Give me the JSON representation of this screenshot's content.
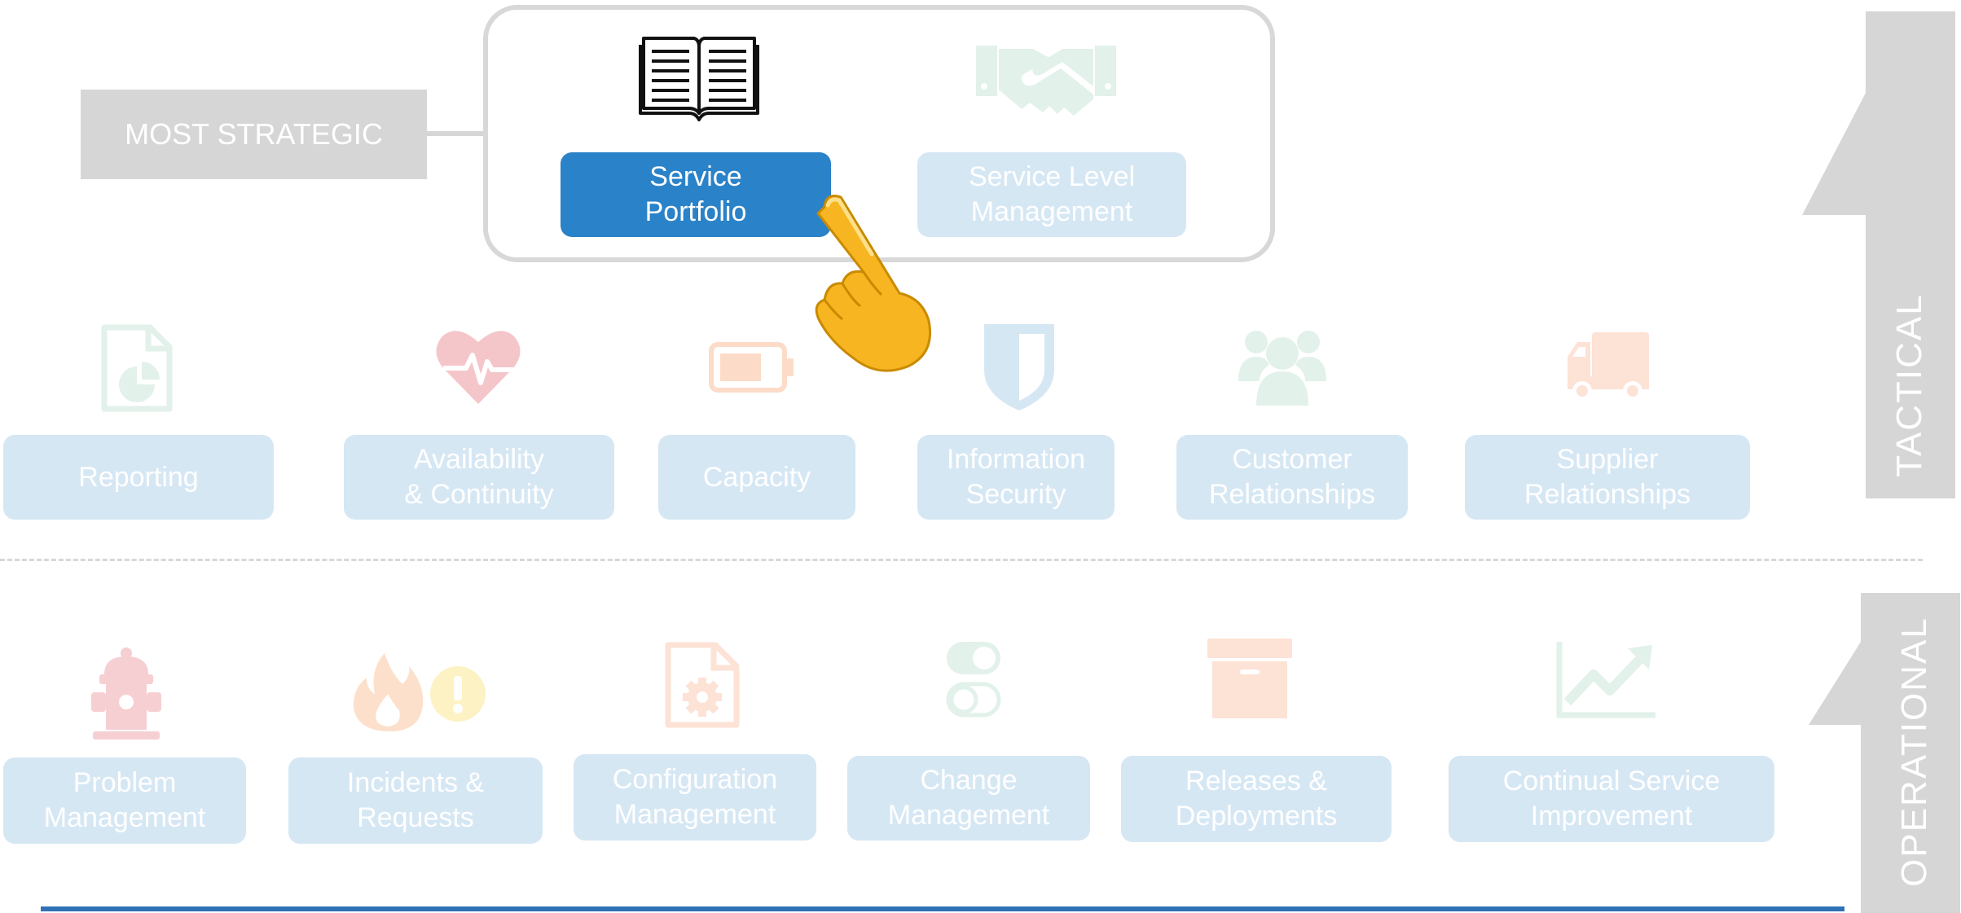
{
  "strategic": {
    "label": "MOST STRATEGIC",
    "items": [
      {
        "label": "Service\nPortfolio",
        "icon": "book-icon",
        "active": true
      },
      {
        "label": "Service Level\nManagement",
        "icon": "handshake-icon",
        "active": false
      }
    ]
  },
  "tactical": {
    "label": "TACTICAL",
    "items": [
      {
        "label": "Reporting",
        "icon": "report-document-icon"
      },
      {
        "label": "Availability\n& Continuity",
        "icon": "heartbeat-icon"
      },
      {
        "label": "Capacity",
        "icon": "battery-icon"
      },
      {
        "label": "Information\nSecurity",
        "icon": "shield-icon"
      },
      {
        "label": "Customer\nRelationships",
        "icon": "people-group-icon"
      },
      {
        "label": "Supplier\nRelationships",
        "icon": "delivery-truck-icon"
      }
    ]
  },
  "operational": {
    "label": "OPERATIONAL",
    "items": [
      {
        "label": "Problem\nManagement",
        "icon": "fire-hydrant-icon"
      },
      {
        "label": "Incidents &\nRequests",
        "icon": "fire-alert-icon"
      },
      {
        "label": "Configuration\nManagement",
        "icon": "settings-document-icon"
      },
      {
        "label": "Change\nManagement",
        "icon": "toggle-switches-icon"
      },
      {
        "label": "Releases &\nDeployments",
        "icon": "archive-box-icon"
      },
      {
        "label": "Continual Service\nImprovement",
        "icon": "trend-chart-icon"
      }
    ]
  },
  "pointer": {
    "icon": "pointing-hand-icon"
  },
  "colors": {
    "active": "#2a82c8",
    "inactive": "#d6e7f4",
    "gray": "#d6d6d6",
    "rule": "#2f71b6"
  }
}
